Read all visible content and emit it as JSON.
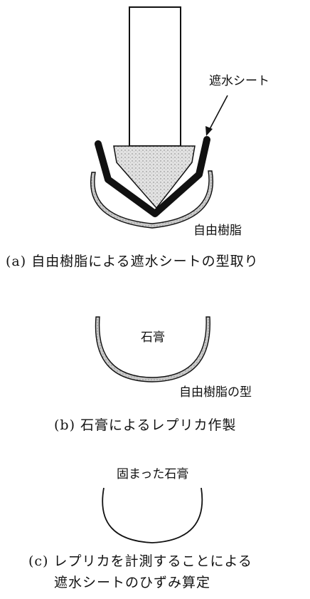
{
  "panel_a": {
    "label_sheet": "遮水シート",
    "label_resin": "自由樹脂",
    "caption": "(a) 自由樹脂による遮水シートの型取り"
  },
  "panel_b": {
    "label_plaster": "石膏",
    "label_mold": "自由樹脂の型",
    "caption": "(b) 石膏によるレプリカ作製"
  },
  "panel_c": {
    "label_hardened": "固まった石膏",
    "caption_line1": "(c) レプリカを計測することによる",
    "caption_line2": "遮水シートのひずみ算定"
  },
  "colors": {
    "ink": "#111111",
    "stipple_fill": "#d6d6d6",
    "resin_fill": "#bdbdbd"
  }
}
